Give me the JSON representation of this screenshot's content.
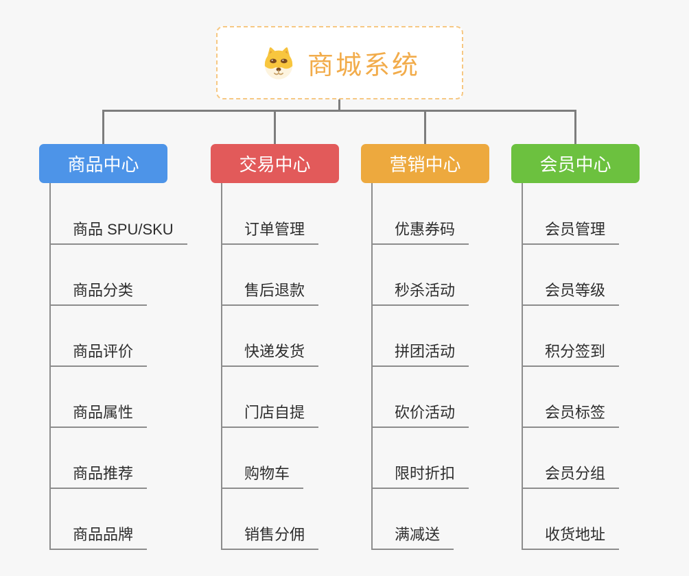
{
  "canvas": {
    "background": "#f7f7f7"
  },
  "root": {
    "title": "商城系统",
    "icon": "dog-face-icon",
    "text_color": "#f2ac4b",
    "border_color": "#f6c883"
  },
  "connector_color": "#7d7d7d",
  "leaf_line_color": "#8c8c8c",
  "leaf_text_color": "#2d2d2d",
  "branches": [
    {
      "label": "商品中心",
      "color": "#4d94e8",
      "children": [
        "商品 SPU/SKU",
        "商品分类",
        "商品评价",
        "商品属性",
        "商品推荐",
        "商品品牌"
      ]
    },
    {
      "label": "交易中心",
      "color": "#e25a5a",
      "children": [
        "订单管理",
        "售后退款",
        "快递发货",
        "门店自提",
        "购物车",
        "销售分佣"
      ]
    },
    {
      "label": "营销中心",
      "color": "#eda93e",
      "children": [
        "优惠券码",
        "秒杀活动",
        "拼团活动",
        "砍价活动",
        "限时折扣",
        "满减送"
      ]
    },
    {
      "label": "会员中心",
      "color": "#6cc13f",
      "children": [
        "会员管理",
        "会员等级",
        "积分签到",
        "会员标签",
        "会员分组",
        "收货地址"
      ]
    }
  ]
}
